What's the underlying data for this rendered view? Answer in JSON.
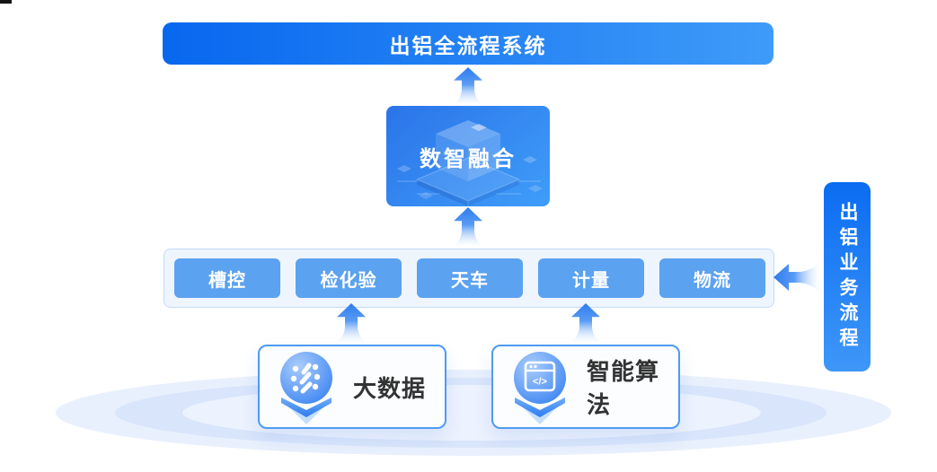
{
  "diagram": {
    "top_banner": {
      "label": "出铝全流程系统"
    },
    "fusion_box": {
      "label": "数智融合"
    },
    "process_row": {
      "items": [
        {
          "label": "槽控"
        },
        {
          "label": "检化验"
        },
        {
          "label": "天车"
        },
        {
          "label": "计量"
        },
        {
          "label": "物流"
        }
      ]
    },
    "side_label": {
      "label": "出铝业务流程"
    },
    "bottom_cards": [
      {
        "label": "大数据",
        "icon": "big-data-sphere-icon"
      },
      {
        "label": "智能算法",
        "icon": "code-window-sphere-icon"
      }
    ],
    "icons": {
      "code_glyph": "</>"
    },
    "colors": {
      "banner_gradient_start": "#0767EF",
      "banner_gradient_end": "#3F9BF8",
      "fusion_gradient_start": "#2B74E9",
      "fusion_gradient_end": "#3F9DF9",
      "chip_fill": "#5BA2F0",
      "row_background": "#EFF5FE",
      "row_border": "#C2DAF8",
      "card_border": "#4E9BF3",
      "arrow_blue": "#2E7CEF",
      "dark_label": "#333333"
    }
  }
}
